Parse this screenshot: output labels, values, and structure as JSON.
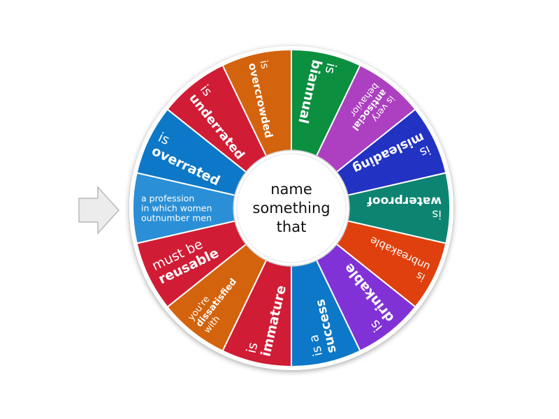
{
  "wheel": {
    "center_prompt": [
      "name",
      "something",
      "that"
    ],
    "pointer_icon": "arrow-right-icon",
    "segments": [
      {
        "id": "biannual",
        "color": "#0d8f3f",
        "lines": [
          {
            "t": "is",
            "b": false
          },
          {
            "t": "biannual",
            "b": true
          }
        ],
        "size": 19
      },
      {
        "id": "antisocial",
        "color": "#ad3fc0",
        "lines": [
          {
            "t": "is very",
            "b": false
          },
          {
            "t": "antisocial",
            "b": true
          },
          {
            "t": "behavior",
            "b": false
          }
        ],
        "size": 13
      },
      {
        "id": "misleading",
        "color": "#2233c2",
        "lines": [
          {
            "t": "is",
            "b": false
          },
          {
            "t": "misleading",
            "b": true
          }
        ],
        "size": 18
      },
      {
        "id": "waterproof",
        "color": "#0b8471",
        "lines": [
          {
            "t": "is",
            "b": false
          },
          {
            "t": "waterproof",
            "b": true
          }
        ],
        "size": 17
      },
      {
        "id": "unbreakable",
        "color": "#e04107",
        "lines": [
          {
            "t": "is",
            "b": false
          },
          {
            "t": "unbreakable",
            "b": false
          }
        ],
        "size": 15
      },
      {
        "id": "drinkable",
        "color": "#8132d6",
        "lines": [
          {
            "t": "is",
            "b": false
          },
          {
            "t": "drinkable",
            "b": true
          }
        ],
        "size": 19
      },
      {
        "id": "success",
        "color": "#0878c8",
        "lines": [
          {
            "t": "is a",
            "b": false
          },
          {
            "t": "success",
            "b": true
          }
        ],
        "size": 18
      },
      {
        "id": "immature",
        "color": "#d11d36",
        "lines": [
          {
            "t": "is",
            "b": false
          },
          {
            "t": "immature",
            "b": true
          }
        ],
        "size": 19
      },
      {
        "id": "dissatisfied",
        "color": "#d46408",
        "lines": [
          {
            "t": "you're",
            "b": false
          },
          {
            "t": "dissatisfied",
            "b": true
          },
          {
            "t": "with",
            "b": false
          }
        ],
        "size": 13
      },
      {
        "id": "reusable",
        "color": "#d11d36",
        "lines": [
          {
            "t": "must be",
            "b": false
          },
          {
            "t": "reusable",
            "b": true
          }
        ],
        "size": 19
      },
      {
        "id": "profession",
        "color": "#2c8fd6",
        "lines": [
          {
            "t": "a profession",
            "b": false
          },
          {
            "t": "in which women",
            "b": false
          },
          {
            "t": "outnumber men",
            "b": false
          }
        ],
        "size": 12.5
      },
      {
        "id": "overrated",
        "color": "#0878c8",
        "lines": [
          {
            "t": "is",
            "b": false
          },
          {
            "t": "overrated",
            "b": true
          }
        ],
        "size": 19
      },
      {
        "id": "underrated",
        "color": "#d11d36",
        "lines": [
          {
            "t": "is",
            "b": false
          },
          {
            "t": "underrated",
            "b": true
          }
        ],
        "size": 18
      },
      {
        "id": "overcrowded",
        "color": "#d46408",
        "lines": [
          {
            "t": "is",
            "b": false
          },
          {
            "t": "overcrowded",
            "b": true
          }
        ],
        "size": 15
      }
    ]
  },
  "colors": {
    "rim": "#ffffff",
    "rim_shadow": "#d8d8d8",
    "divider": "#ffffff",
    "pointer_fill": "#ececec",
    "pointer_stroke": "#b9b9b9"
  }
}
